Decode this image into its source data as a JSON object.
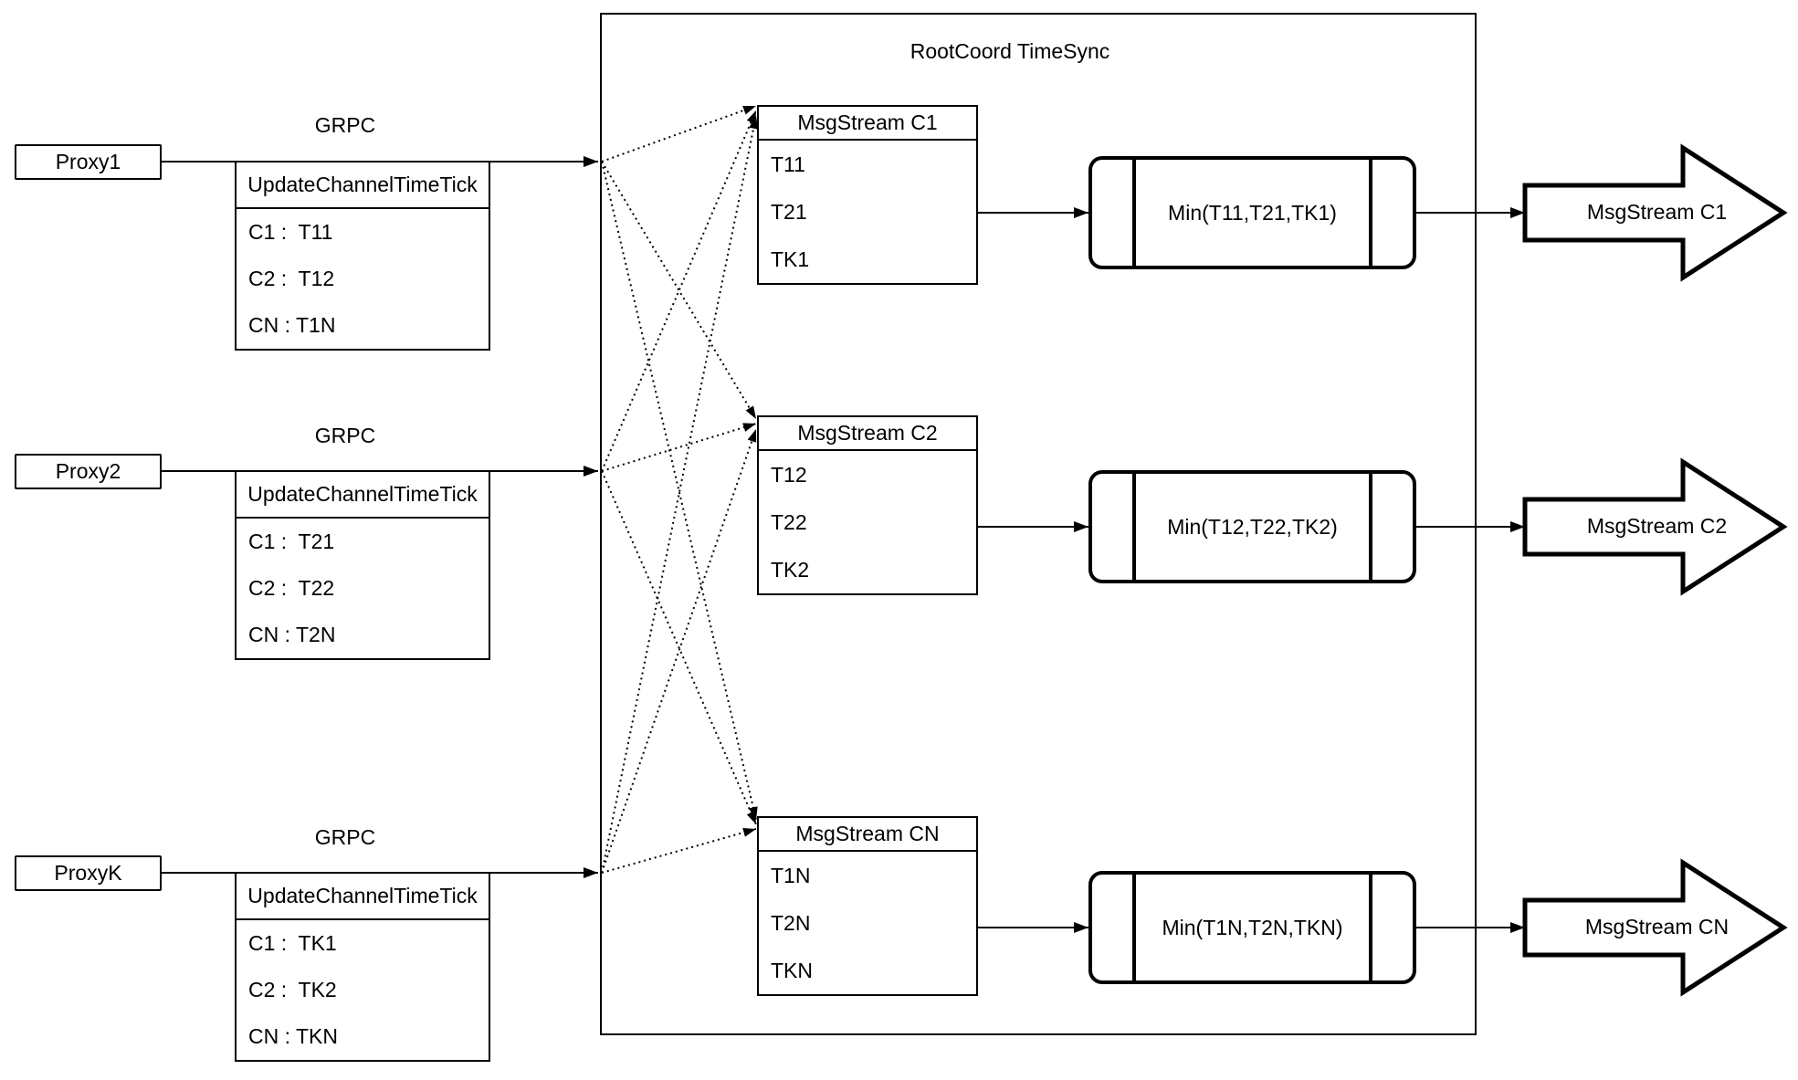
{
  "diagram": {
    "container_title": "RootCoord TimeSync",
    "colors": {
      "ink": "#000000",
      "paper": "#ffffff"
    },
    "proxies": [
      {
        "name": "Proxy1",
        "protocol": "GRPC",
        "table": {
          "header": "UpdateChannelTimeTick",
          "rows": [
            "C1 :  T11",
            "C2 :  T12",
            "CN : T1N"
          ]
        }
      },
      {
        "name": "Proxy2",
        "protocol": "GRPC",
        "table": {
          "header": "UpdateChannelTimeTick",
          "rows": [
            "C1 :  T21",
            "C2 :  T22",
            "CN : T2N"
          ]
        }
      },
      {
        "name": "ProxyK",
        "protocol": "GRPC",
        "table": {
          "header": "UpdateChannelTimeTick",
          "rows": [
            "C1 :  TK1",
            "C2 :  TK2",
            "CN : TKN"
          ]
        }
      }
    ],
    "streams": [
      {
        "header": "MsgStream C1",
        "rows": [
          "T11",
          "T21",
          "TK1"
        ],
        "min_label": "Min(T11,T21,TK1)",
        "output_label": "MsgStream C1"
      },
      {
        "header": "MsgStream C2",
        "rows": [
          "T12",
          "T22",
          "TK2"
        ],
        "min_label": "Min(T12,T22,TK2)",
        "output_label": "MsgStream C2"
      },
      {
        "header": "MsgStream CN",
        "rows": [
          "T1N",
          "T2N",
          "TKN"
        ],
        "min_label": "Min(T1N,T2N,TKN)",
        "output_label": "MsgStream CN"
      }
    ]
  }
}
